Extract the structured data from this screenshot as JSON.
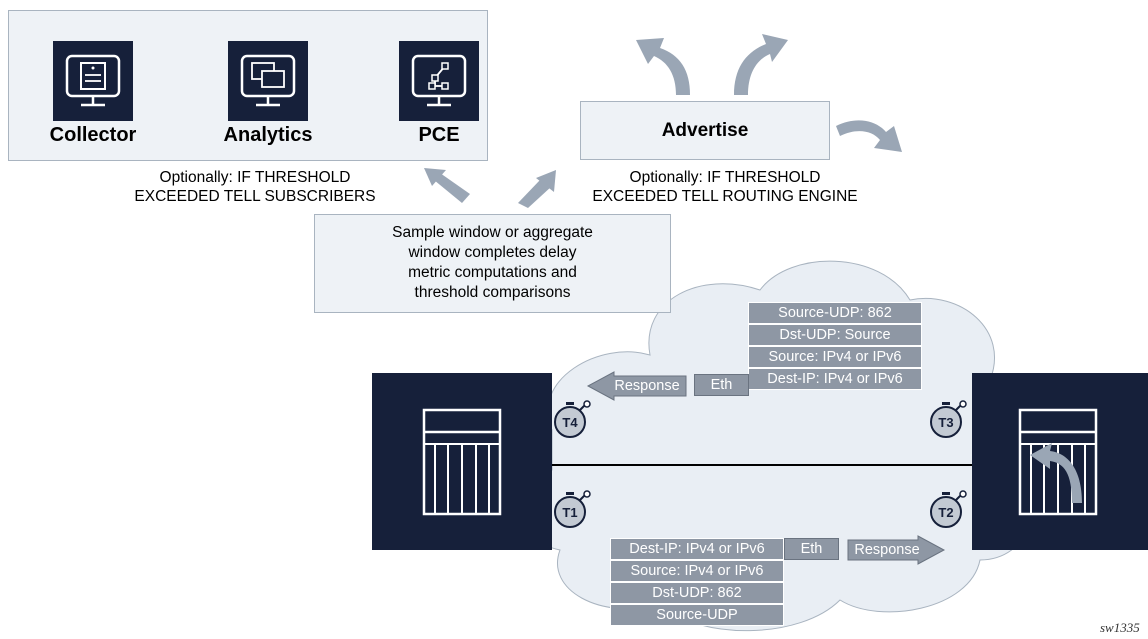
{
  "top_flow": {
    "nodes": [
      {
        "label": "Collector",
        "icon": "form-monitor-icon"
      },
      {
        "label": "Analytics",
        "icon": "windows-monitor-icon"
      },
      {
        "label": "PCE",
        "icon": "topology-monitor-icon"
      }
    ]
  },
  "advertise": {
    "label": "Advertise"
  },
  "notes": {
    "subscribers": [
      "Optionally: IF THRESHOLD",
      "EXCEEDED TELL SUBSCRIBERS"
    ],
    "routing": [
      "Optionally: IF THRESHOLD",
      "EXCEEDED TELL ROUTING ENGINE"
    ]
  },
  "sample_box": {
    "lines": [
      "Sample window or aggregate",
      "window completes delay",
      "metric computations and",
      "threshold comparisons"
    ]
  },
  "response_packet": {
    "headers": [
      "Source-UDP: 862",
      "Dst-UDP: Source",
      "Source: IPv4 or IPv6",
      "Dest-IP: IPv4 or IPv6"
    ],
    "eth": "Eth",
    "arrow": "Response"
  },
  "request_packet": {
    "headers": [
      "Dest-IP: IPv4 or IPv6",
      "Source: IPv4 or IPv6",
      "Dst-UDP: 862",
      "Source-UDP"
    ],
    "eth": "Eth",
    "arrow": "Response"
  },
  "timers": [
    "T4",
    "T3",
    "T1",
    "T2"
  ],
  "caption": "sw1335",
  "colors": {
    "navy": "#16203a",
    "header_gray": "#8e97a4",
    "arrow_gray": "#9aa6b5",
    "cloud": "#e9eef4",
    "panel": "#eef2f6"
  }
}
